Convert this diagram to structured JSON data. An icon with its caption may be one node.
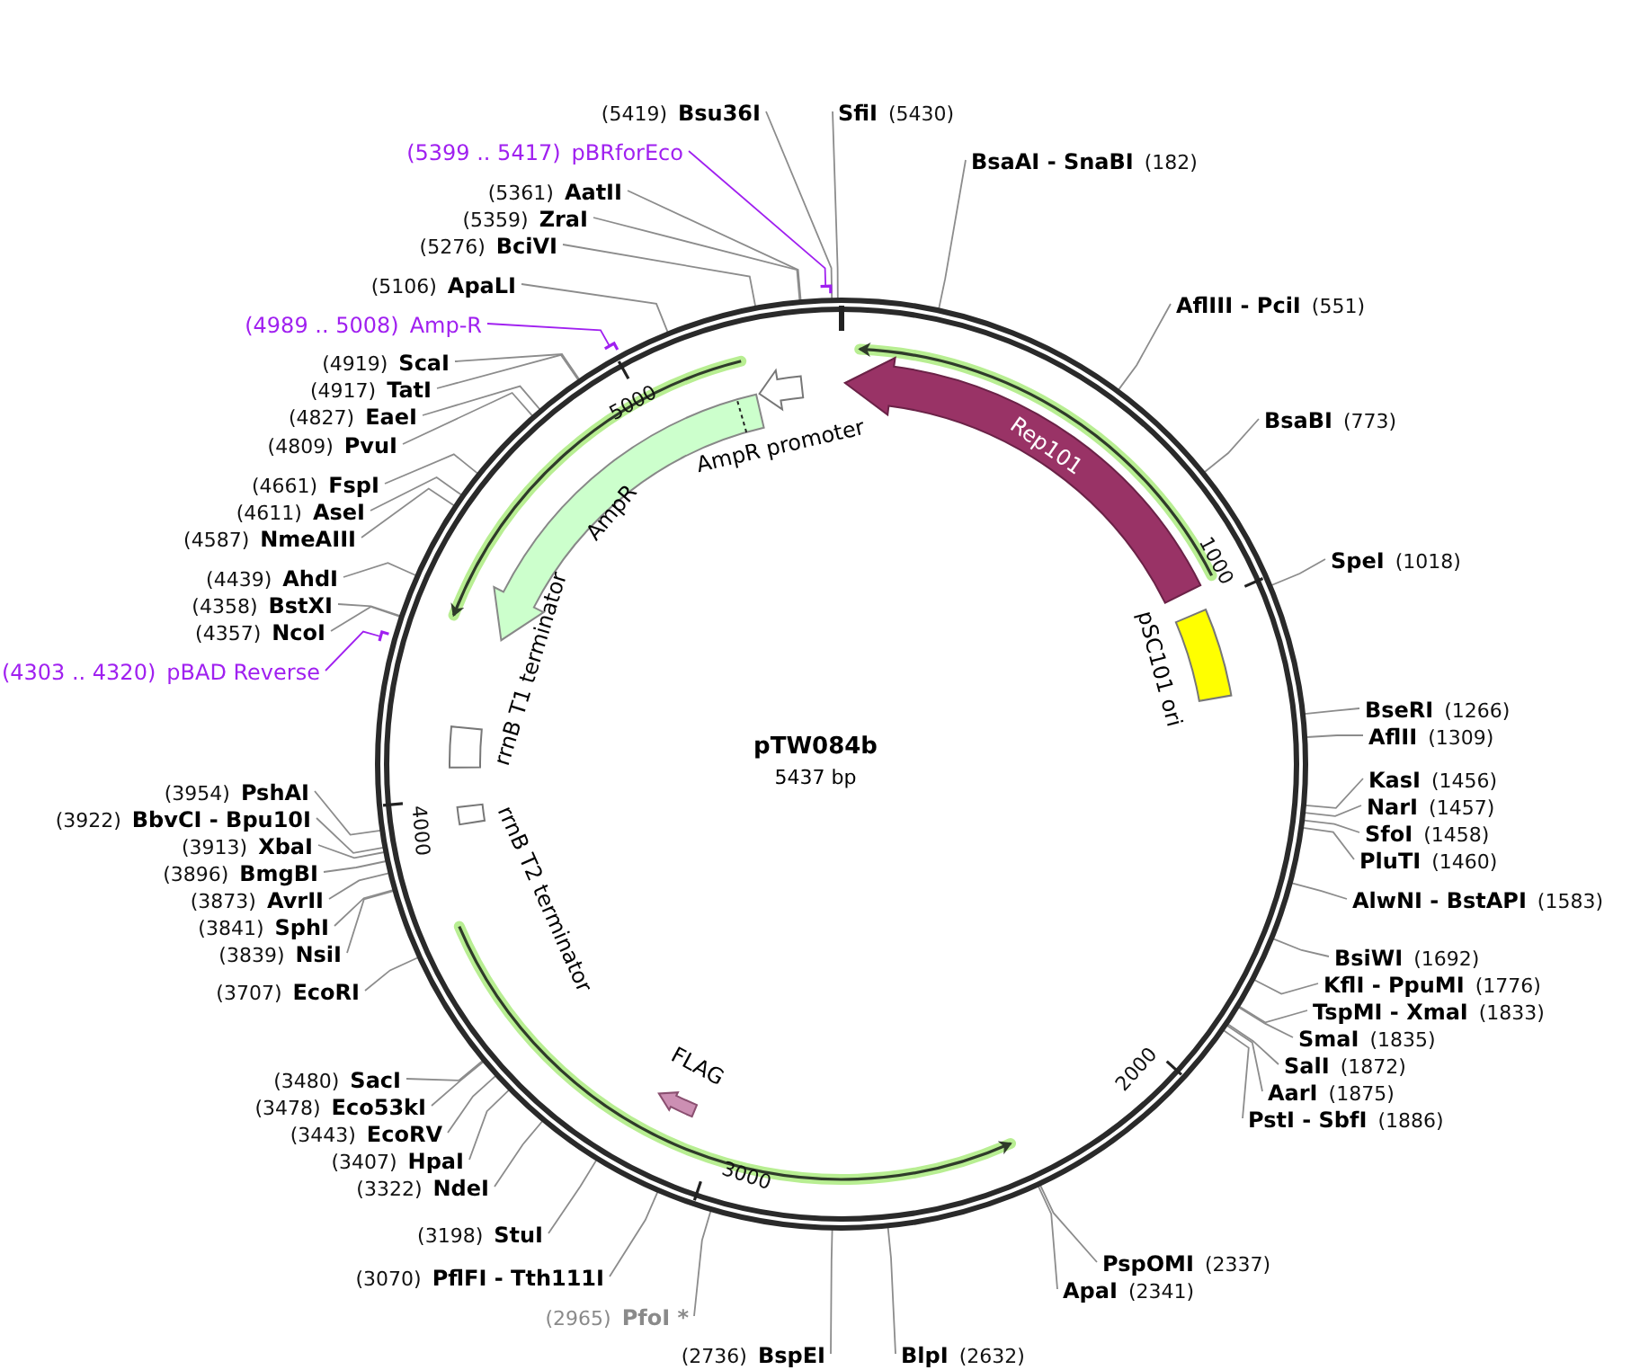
{
  "diagram": {
    "title": "pTW084b",
    "nodes": [
      {
        "text": [
          "SfiI",
          "(5430)"
        ]
      },
      {
        "text": [
          "BsaAI - SnaBI",
          "(182)"
        ]
      },
      {
        "text": [
          "AflIII - PciI",
          "(551)"
        ]
      },
      {
        "text": [
          "BsaBI",
          "(773)"
        ]
      },
      {
        "text": [
          "SpeI",
          "(1018)"
        ]
      },
      {
        "text": [
          "BseRI",
          "(1266)"
        ]
      },
      {
        "text": [
          "AflII",
          "(1309)"
        ]
      },
      {
        "text": [
          "KasI",
          "(1456)"
        ]
      },
      {
        "text": [
          "NarI",
          "(1457)"
        ]
      },
      {
        "text": [
          "SfoI",
          "(1458)"
        ]
      },
      {
        "text": [
          "PluTI",
          "(1460)"
        ]
      },
      {
        "text": [
          "AlwNI - BstAPI",
          "(1583)"
        ]
      },
      {
        "text": [
          "BsiWI",
          "(1692)"
        ]
      },
      {
        "text": [
          "KflI - PpuMI",
          "(1776)"
        ]
      },
      {
        "text": [
          "TspMI - XmaI",
          "(1833)"
        ]
      },
      {
        "text": [
          "SmaI",
          "(1835)"
        ]
      },
      {
        "text": [
          "SalI",
          "(1872)"
        ]
      },
      {
        "text": [
          "AarI",
          "(1875)"
        ]
      },
      {
        "text": [
          "PstI - SbfI",
          "(1886)"
        ]
      },
      {
        "text": [
          "PspOMI",
          "(2337)"
        ]
      },
      {
        "text": [
          "ApaI",
          "(2341)"
        ]
      },
      {
        "text": [
          "BlpI",
          "(2632)"
        ]
      },
      {
        "text": [
          "(2736)",
          "BspEI"
        ]
      },
      {
        "text": [
          "(2965)",
          "PfoI *"
        ]
      },
      {
        "text": [
          "(3070)",
          "PflFI - Tth111I"
        ]
      },
      {
        "text": [
          "(3198)",
          "StuI"
        ]
      },
      {
        "text": [
          "(3322)",
          "NdeI"
        ]
      },
      {
        "text": [
          "(3407)",
          "HpaI"
        ]
      },
      {
        "text": [
          "(3443)",
          "EcoRV"
        ]
      },
      {
        "text": [
          "(3478)",
          "Eco53kI"
        ]
      },
      {
        "text": [
          "(3480)",
          "SacI"
        ]
      },
      {
        "text": [
          "(3707)",
          "EcoRI"
        ]
      },
      {
        "text": [
          "(3839)",
          "NsiI"
        ]
      },
      {
        "text": [
          "(3841)",
          "SphI"
        ]
      },
      {
        "text": [
          "(3873)",
          "AvrII"
        ]
      },
      {
        "text": [
          "(3896)",
          "BmgBI"
        ]
      },
      {
        "text": [
          "(3913)",
          "XbaI"
        ]
      },
      {
        "text": [
          "(3922)",
          "BbvCI - Bpu10I"
        ]
      },
      {
        "text": [
          "(3954)",
          "PshAI"
        ]
      },
      {
        "text": [
          "(4303 .. 4320)",
          "pBAD Reverse"
        ]
      },
      {
        "text": [
          "(4357)",
          "NcoI"
        ]
      },
      {
        "text": [
          "(4358)",
          "BstXI"
        ]
      },
      {
        "text": [
          "(4439)",
          "AhdI"
        ]
      },
      {
        "text": [
          "(4587)",
          "NmeAIII"
        ]
      },
      {
        "text": [
          "(4611)",
          "AseI"
        ]
      },
      {
        "text": [
          "(4661)",
          "FspI"
        ]
      },
      {
        "text": [
          "(4809)",
          "PvuI"
        ]
      },
      {
        "text": [
          "(4827)",
          "EaeI"
        ]
      },
      {
        "text": [
          "(4917)",
          "TatI"
        ]
      },
      {
        "text": [
          "(4919)",
          "ScaI"
        ]
      },
      {
        "text": [
          "(4989 .. 5008)",
          "Amp-R"
        ]
      },
      {
        "text": [
          "(5106)",
          "ApaLI"
        ]
      },
      {
        "text": [
          "(5276)",
          "BciVI"
        ]
      },
      {
        "text": [
          "(5359)",
          "ZraI"
        ]
      },
      {
        "text": [
          "(5361)",
          "AatII"
        ]
      },
      {
        "text": [
          "(5399 .. 5417)",
          "pBRforEco"
        ]
      },
      {
        "text": [
          "(5419)",
          "Bsu36I"
        ]
      },
      {
        "text": [
          "Rep101"
        ]
      },
      {
        "text": [
          "pSC101 ori"
        ]
      },
      {
        "text": [
          "AmpR promoter"
        ]
      },
      {
        "text": [
          "AmpR"
        ]
      },
      {
        "text": [
          "rrnB T1 terminator"
        ]
      },
      {
        "text": [
          "rrnB T2 terminator"
        ]
      },
      {
        "text": [
          "FLAG"
        ]
      }
    ],
    "edges": [
      {
        "from": 0,
        "to": null,
        "arrow": "none"
      },
      {
        "from": 1,
        "to": null,
        "arrow": "none"
      },
      {
        "from": 2,
        "to": null,
        "arrow": "none"
      },
      {
        "from": 3,
        "to": null,
        "arrow": "none"
      },
      {
        "from": 4,
        "to": null,
        "arrow": "none"
      },
      {
        "from": 5,
        "to": null,
        "arrow": "none"
      },
      {
        "from": 6,
        "to": null,
        "arrow": "none"
      },
      {
        "from": 7,
        "to": null,
        "arrow": "none"
      },
      {
        "from": 8,
        "to": null,
        "arrow": "none"
      },
      {
        "from": 9,
        "to": null,
        "arrow": "none"
      },
      {
        "from": 10,
        "to": null,
        "arrow": "none"
      },
      {
        "from": 11,
        "to": null,
        "arrow": "none"
      },
      {
        "from": 12,
        "to": null,
        "arrow": "none"
      },
      {
        "from": 13,
        "to": null,
        "arrow": "none"
      },
      {
        "from": 14,
        "to": null,
        "arrow": "none"
      },
      {
        "from": 15,
        "to": null,
        "arrow": "none"
      },
      {
        "from": 16,
        "to": null,
        "arrow": "none"
      },
      {
        "from": 17,
        "to": null,
        "arrow": "none"
      },
      {
        "from": 18,
        "to": null,
        "arrow": "none"
      },
      {
        "from": 19,
        "to": null,
        "arrow": "none"
      },
      {
        "from": 20,
        "to": null,
        "arrow": "none"
      },
      {
        "from": 21,
        "to": null,
        "arrow": "none"
      },
      {
        "from": 22,
        "to": null,
        "arrow": "none"
      },
      {
        "from": 23,
        "to": null,
        "arrow": "none"
      },
      {
        "from": 24,
        "to": null,
        "arrow": "none"
      },
      {
        "from": 25,
        "to": null,
        "arrow": "none"
      },
      {
        "from": 26,
        "to": null,
        "arrow": "none"
      },
      {
        "from": 27,
        "to": null,
        "arrow": "none"
      },
      {
        "from": 28,
        "to": null,
        "arrow": "none"
      },
      {
        "from": 29,
        "to": null,
        "arrow": "none"
      },
      {
        "from": 30,
        "to": null,
        "arrow": "none"
      },
      {
        "from": 31,
        "to": null,
        "arrow": "none"
      },
      {
        "from": 32,
        "to": null,
        "arrow": "none"
      },
      {
        "from": 33,
        "to": null,
        "arrow": "none"
      },
      {
        "from": 34,
        "to": null,
        "arrow": "none"
      },
      {
        "from": 35,
        "to": null,
        "arrow": "none"
      },
      {
        "from": 36,
        "to": null,
        "arrow": "none"
      },
      {
        "from": 37,
        "to": null,
        "arrow": "none"
      },
      {
        "from": 38,
        "to": null,
        "arrow": "none"
      },
      {
        "from": 39,
        "to": null,
        "arrow": "none",
        "color": "#a020f0"
      },
      {
        "from": 40,
        "to": null,
        "arrow": "none"
      },
      {
        "from": 41,
        "to": null,
        "arrow": "none"
      },
      {
        "from": 42,
        "to": null,
        "arrow": "none"
      },
      {
        "from": 43,
        "to": null,
        "arrow": "none"
      },
      {
        "from": 44,
        "to": null,
        "arrow": "none"
      },
      {
        "from": 45,
        "to": null,
        "arrow": "none"
      },
      {
        "from": 46,
        "to": null,
        "arrow": "none"
      },
      {
        "from": 47,
        "to": null,
        "arrow": "none"
      },
      {
        "from": 48,
        "to": null,
        "arrow": "none"
      },
      {
        "from": 49,
        "to": null,
        "arrow": "none"
      },
      {
        "from": 50,
        "to": null,
        "arrow": "none",
        "color": "#a020f0"
      },
      {
        "from": 51,
        "to": null,
        "arrow": "none"
      },
      {
        "from": 52,
        "to": null,
        "arrow": "none"
      },
      {
        "from": 53,
        "to": null,
        "arrow": "none"
      },
      {
        "from": 54,
        "to": null,
        "arrow": "none"
      },
      {
        "from": 55,
        "to": null,
        "arrow": "none",
        "color": "#a020f0"
      },
      {
        "from": 56,
        "to": null,
        "arrow": "none"
      }
    ],
    "labels": [
      "5437 bp",
      "1000",
      "2000",
      "3000",
      "4000",
      "5000"
    ]
  }
}
